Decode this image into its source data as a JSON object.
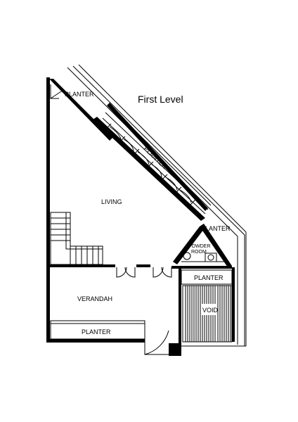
{
  "title": "First Level",
  "rooms": {
    "planter_top": "PLANTER",
    "planter_diagonal": "PLANTER",
    "living": "LIVING",
    "planter_right": "PLANTER",
    "powder_room_line1": "POWDER",
    "powder_room_line2": "ROOM",
    "planter_mid": "PLANTER",
    "verandah": "VERANDAH",
    "void": "VOID",
    "planter_bottom": "PLANTER"
  }
}
